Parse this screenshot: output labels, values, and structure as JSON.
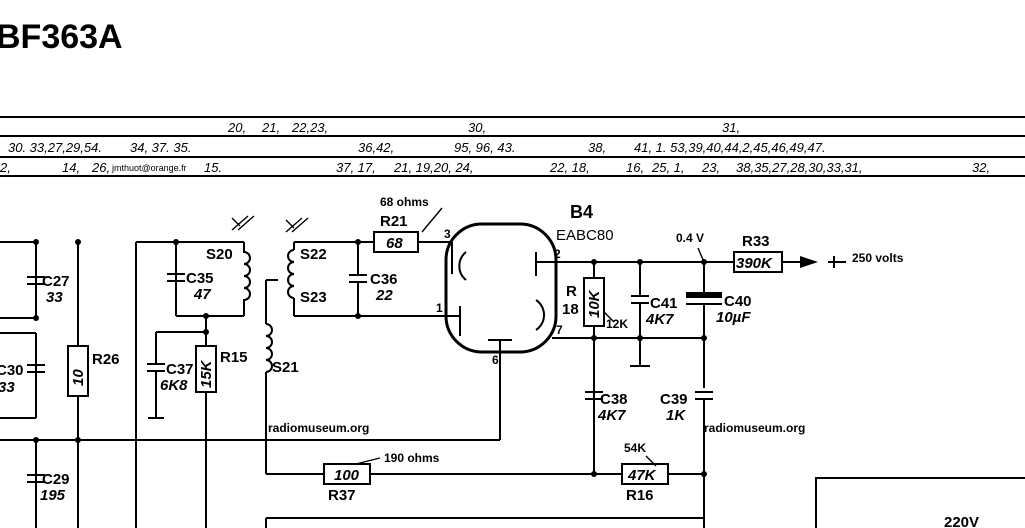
{
  "title": "BF363A",
  "strip": {
    "row1": [
      "20,",
      "21,",
      "22,23,",
      "30,",
      "31,"
    ],
    "row2": [
      "30. 33,27,29,54.",
      "34, 37. 35.",
      "36,42,",
      "95, 96, 43.",
      "38,",
      "41, 1. 53,39,40,44,2,45,46,49,47."
    ],
    "row3": [
      "2,",
      "14,",
      "26,",
      "jmthuot@orange.fr",
      "15.",
      "37, 17,",
      "21, 19,20, 24,",
      "22, 18,",
      "16,",
      "25, 1,",
      "23,",
      "38,35,27,28,30,33,31,",
      "32,"
    ]
  },
  "tube": {
    "name": "B4",
    "type": "EABC80",
    "pins": [
      "3",
      "2",
      "1",
      "7",
      "6"
    ]
  },
  "components": {
    "r21": {
      "name": "R21",
      "value": "68",
      "note": "68 ohms"
    },
    "r33": {
      "name": "R33",
      "value": "390K",
      "note": "250 volts"
    },
    "r18": {
      "name": "R",
      "num": "18",
      "value": "10K",
      "note": "12K"
    },
    "r26": {
      "name": "R26",
      "value": "10"
    },
    "r15": {
      "name": "R15",
      "value": "15K"
    },
    "r37": {
      "name": "R37",
      "value": "100",
      "note": "190 ohms"
    },
    "r16": {
      "name": "R16",
      "value": "47K",
      "note": "54K"
    },
    "c27": {
      "name": "C27",
      "value": "33"
    },
    "c30": {
      "name": "C30",
      "value": "33"
    },
    "c29": {
      "name": "C29",
      "value": "195"
    },
    "c35": {
      "name": "C35",
      "value": "47"
    },
    "c37": {
      "name": "C37",
      "value": "6K8"
    },
    "c36": {
      "name": "C36",
      "value": "22"
    },
    "c41": {
      "name": "C41",
      "value": "4K7"
    },
    "c40": {
      "name": "C40",
      "value": "10µF"
    },
    "c38": {
      "name": "C38",
      "value": "4K7"
    },
    "c39": {
      "name": "C39",
      "value": "1K"
    },
    "s20": "S20",
    "s22": "S22",
    "s23": "S23",
    "s21": "S21"
  },
  "voltage_04": "0.4 V",
  "watermark1": "radiomuseum.org",
  "watermark2": "radiomuseum.org",
  "mains": "220V"
}
